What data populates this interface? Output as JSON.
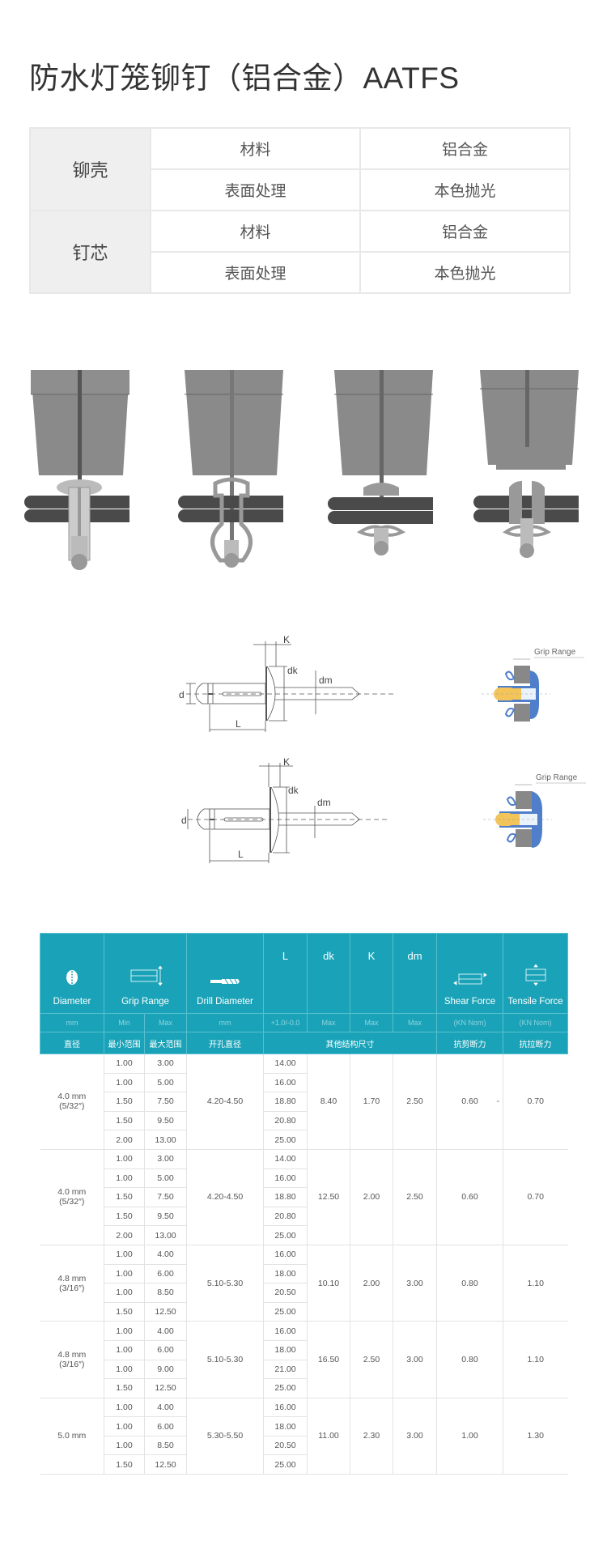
{
  "title": "防水灯笼铆钉（铝合金）AATFS",
  "spec_table": [
    {
      "category": "铆壳",
      "rows": [
        {
          "property": "材料",
          "value": "铝合金"
        },
        {
          "property": "表面处理",
          "value": "本色抛光"
        }
      ]
    },
    {
      "category": "钉芯",
      "rows": [
        {
          "property": "材料",
          "value": "铝合金"
        },
        {
          "property": "表面处理",
          "value": "本色抛光"
        }
      ]
    }
  ],
  "drawing_labels": {
    "k": "K",
    "dk": "dk",
    "dm": "dm",
    "d": "d",
    "l": "L",
    "grip_range": "Grip Range"
  },
  "colors": {
    "header_teal": "#1aa3b8",
    "sleeve_blue": "#4f7ecb",
    "mandrel_yellow": "#f2c45a",
    "tool_gray": "#8a8a8a"
  },
  "data_table": {
    "headers": {
      "diameter": {
        "label": "Diameter",
        "unit": "mm",
        "cn": "直径",
        "icon": "diameter-icon"
      },
      "grip": {
        "label": "Grip Range",
        "min": "Min",
        "max": "Max",
        "cn_min": "最小范围",
        "cn_max": "最大范围",
        "icon": "grip-range-icon"
      },
      "drill": {
        "label": "Drill Diameter",
        "unit": "mm",
        "cn": "开孔直径",
        "icon": "drill-icon"
      },
      "l": {
        "label": "L",
        "unit": "+1.0/-0.0"
      },
      "dk": {
        "label": "dk",
        "unit": "Max"
      },
      "k": {
        "label": "K",
        "unit": "Max"
      },
      "dm": {
        "label": "dm",
        "unit": "Max"
      },
      "other_cn": "其他结构尺寸",
      "shear": {
        "label": "Shear Force",
        "unit": "(KN Nom)",
        "cn": "抗剪断力",
        "icon": "shear-force-icon"
      },
      "tensile": {
        "label": "Tensile Force",
        "unit": "(KN Nom)",
        "cn": "抗拉断力",
        "icon": "tensile-force-icon"
      }
    },
    "groups": [
      {
        "diameter": "4.0 mm",
        "inch": "(5/32″)",
        "grip": [
          [
            "1.00",
            "3.00"
          ],
          [
            "1.00",
            "5.00"
          ],
          [
            "1.50",
            "7.50"
          ],
          [
            "1.50",
            "9.50"
          ],
          [
            "2.00",
            "13.00"
          ]
        ],
        "drill": "4.20-4.50",
        "l": [
          "14.00",
          "16.00",
          "18.80",
          "20.80",
          "25.00"
        ],
        "dk": "8.40",
        "k": "1.70",
        "dm": "2.50",
        "shear": "0.60",
        "tensile": "0.70",
        "stray": "-"
      },
      {
        "diameter": "4.0 mm",
        "inch": "(5/32″)",
        "grip": [
          [
            "1.00",
            "3.00"
          ],
          [
            "1.00",
            "5.00"
          ],
          [
            "1.50",
            "7.50"
          ],
          [
            "1.50",
            "9.50"
          ],
          [
            "2.00",
            "13.00"
          ]
        ],
        "drill": "4.20-4.50",
        "l": [
          "14.00",
          "16.00",
          "18.80",
          "20.80",
          "25.00"
        ],
        "dk": "12.50",
        "k": "2.00",
        "dm": "2.50",
        "shear": "0.60",
        "tensile": "0.70"
      },
      {
        "diameter": "4.8 mm",
        "inch": "(3/16″)",
        "grip": [
          [
            "1.00",
            "4.00"
          ],
          [
            "1.00",
            "6.00"
          ],
          [
            "1.00",
            "8.50"
          ],
          [
            "1.50",
            "12.50"
          ]
        ],
        "drill": "5.10-5.30",
        "l": [
          "16.00",
          "18.00",
          "20.50",
          "25.00"
        ],
        "dk": "10.10",
        "k": "2.00",
        "dm": "3.00",
        "shear": "0.80",
        "tensile": "1.10"
      },
      {
        "diameter": "4.8 mm",
        "inch": "(3/16″)",
        "grip": [
          [
            "1.00",
            "4.00"
          ],
          [
            "1.00",
            "6.00"
          ],
          [
            "1.00",
            "9.00"
          ],
          [
            "1.50",
            "12.50"
          ]
        ],
        "drill": "5.10-5.30",
        "l": [
          "16.00",
          "18.00",
          "21.00",
          "25.00"
        ],
        "dk": "16.50",
        "k": "2.50",
        "dm": "3.00",
        "shear": "0.80",
        "tensile": "1.10"
      },
      {
        "diameter": "5.0 mm",
        "inch": "",
        "grip": [
          [
            "1.00",
            "4.00"
          ],
          [
            "1.00",
            "6.00"
          ],
          [
            "1.00",
            "8.50"
          ],
          [
            "1.50",
            "12.50"
          ]
        ],
        "drill": "5.30-5.50",
        "l": [
          "16.00",
          "18.00",
          "20.50",
          "25.00"
        ],
        "dk": "11.00",
        "k": "2.30",
        "dm": "3.00",
        "shear": "1.00",
        "tensile": "1.30"
      }
    ]
  }
}
